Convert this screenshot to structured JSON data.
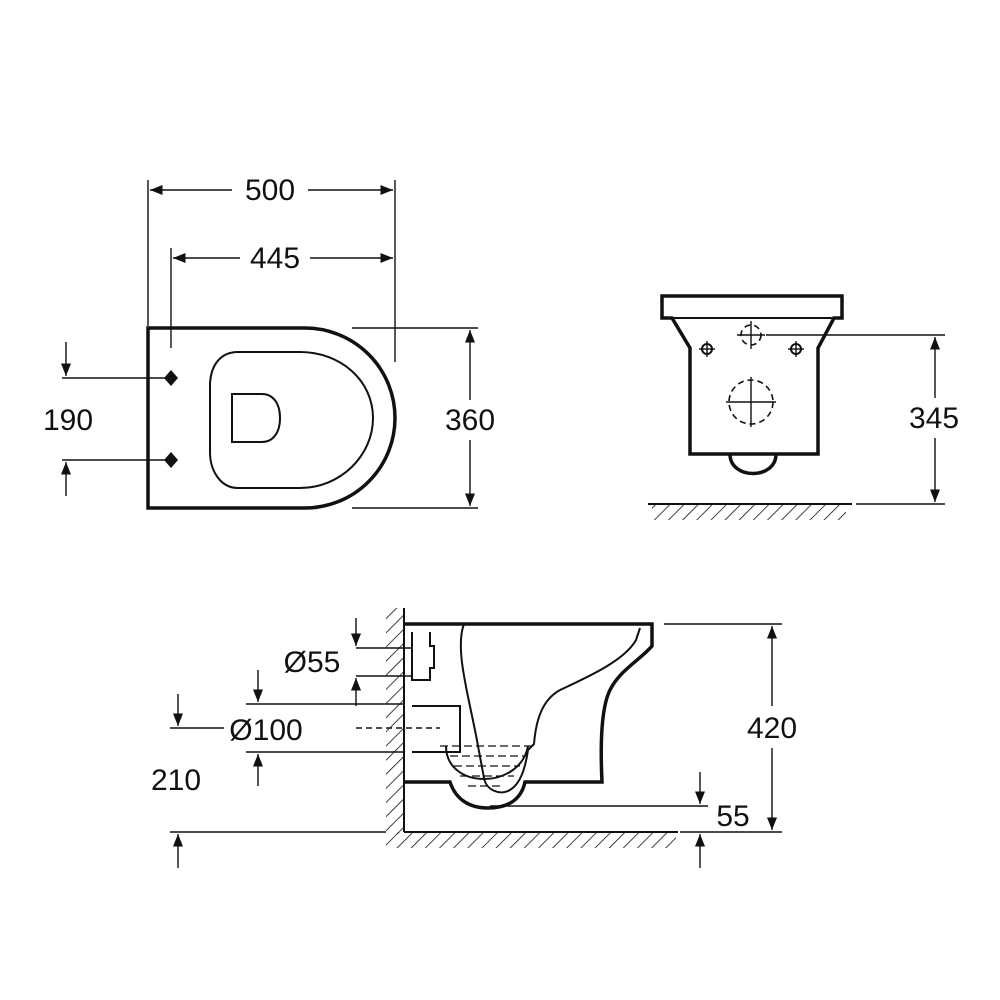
{
  "diagram": {
    "top_view": {
      "overall_width": "500",
      "inner_width": "445",
      "fixing_spacing": "190",
      "depth": "360"
    },
    "front_view": {
      "fixing_height": "345"
    },
    "side_view": {
      "inlet_diameter": "Ø55",
      "outlet_diameter": "Ø100",
      "outlet_height": "210",
      "bowl_height": "420",
      "base_clearance": "55"
    }
  }
}
